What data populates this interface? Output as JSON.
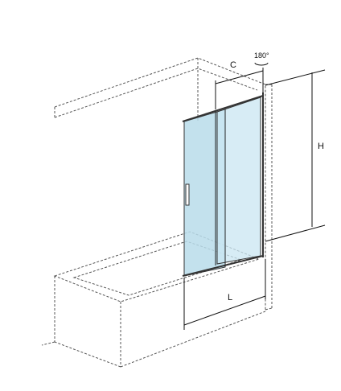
{
  "labels": {
    "width": "L",
    "height": "H",
    "opening": "C",
    "rotation": "180°"
  },
  "colors": {
    "glass_fixed": "#b9dcea",
    "glass_sliding": "#c9e6f2",
    "frame": "#333333",
    "outline": "#555555"
  }
}
